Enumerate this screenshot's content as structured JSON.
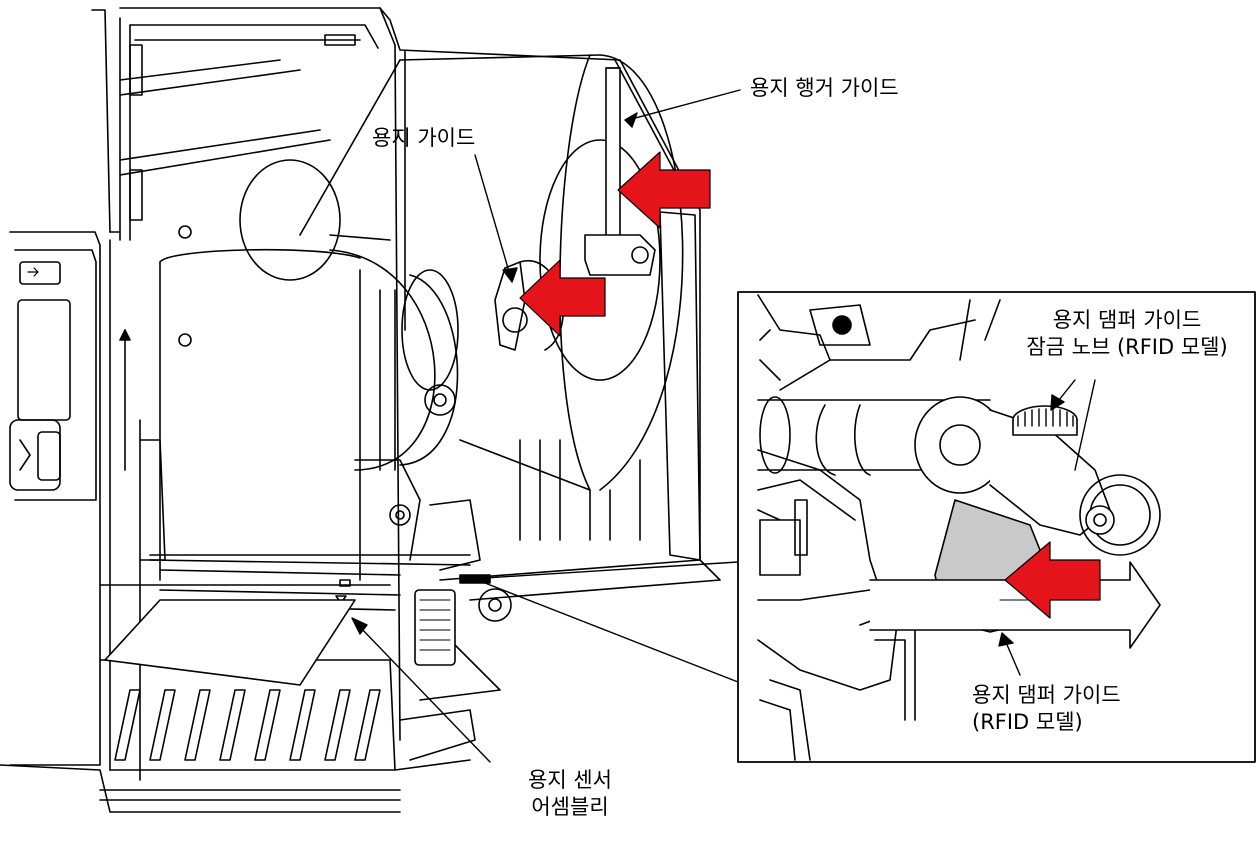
{
  "labels": {
    "hanger_guide": "용지 행거 가이드",
    "media_guide": "용지 가이드",
    "damper_knob_line1": "용지 댐퍼 가이드",
    "damper_knob_line2": "잠금 노브 (RFID 모델)",
    "damper_guide_line1": "용지 댐퍼 가이드",
    "damper_guide_line2": "(RFID 모델)",
    "sensor_line1": "용지 센서",
    "sensor_line2": "어셈블리"
  },
  "colors": {
    "arrow_fill": "#e5141b",
    "line": "#000000",
    "damper_fill": "#c9c9c9"
  }
}
